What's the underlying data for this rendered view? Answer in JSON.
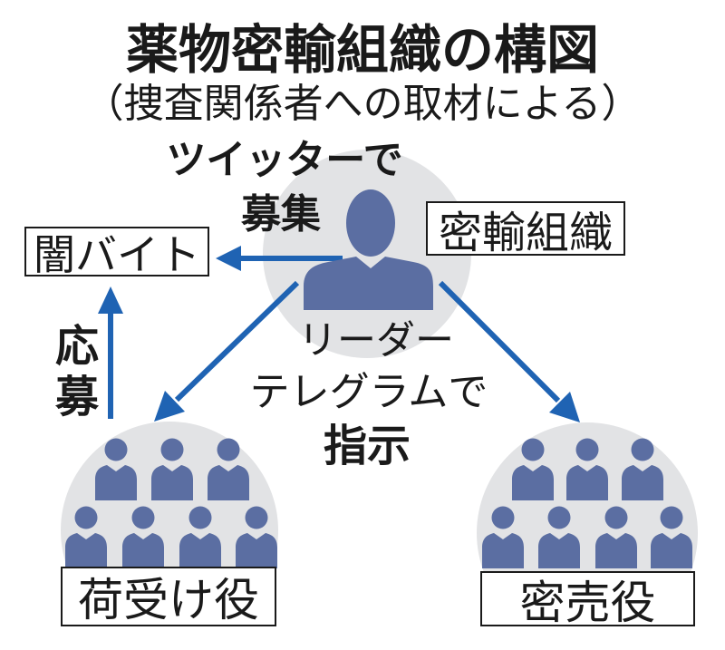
{
  "title": "薬物密輸組織の構図",
  "subtitle": "（捜査関係者への取材による）",
  "recruit_note": {
    "line1": "ツイッターで",
    "line2": "募集"
  },
  "part_time_job_label": "闇バイト",
  "leader": {
    "organization_label": "密輸組織",
    "role_label": "リーダー"
  },
  "instruction_note": {
    "line1": "テレグラムで",
    "line2": "指示"
  },
  "apply_label": "応募",
  "groups": {
    "receivers": "荷受け役",
    "sellers": "密売役"
  },
  "colors": {
    "person": "#5b6ea2",
    "arrow": "#1f63b3",
    "circle": "#e2e3e5",
    "text": "#1a1a1a"
  },
  "icons": {
    "person": "person-icon",
    "arrow": "arrow-icon"
  }
}
